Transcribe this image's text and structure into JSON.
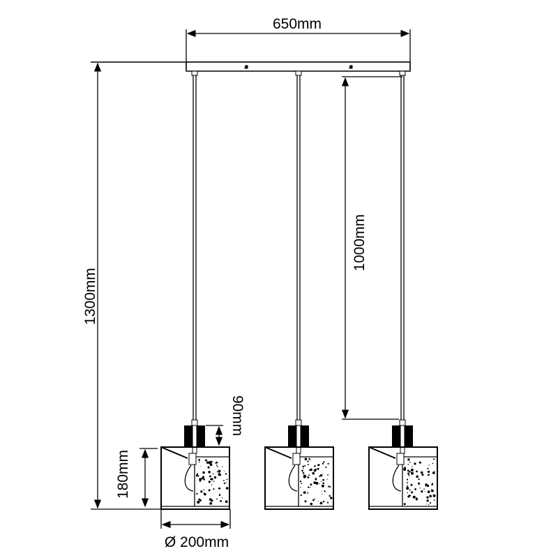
{
  "dimensions": {
    "width": "650mm",
    "total_height": "1300mm",
    "cord_length": "1000mm",
    "socket_height": "90mm",
    "shade_height": "180mm",
    "shade_diameter": "Ø 200mm"
  },
  "colors": {
    "line": "#000000",
    "background": "#ffffff"
  }
}
